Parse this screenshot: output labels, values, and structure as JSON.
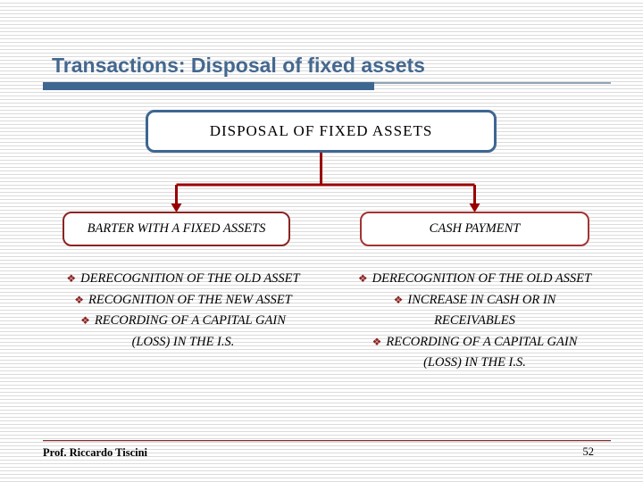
{
  "slide": {
    "title": "Transactions: Disposal of fixed assets",
    "root_box_label": "DISPOSAL OF FIXED ASSETS",
    "bullet_glyph": "❖",
    "branches": {
      "left": {
        "label": "BARTER WITH A FIXED ASSETS",
        "items": [
          [
            "DERECOGNITION OF THE OLD ASSET"
          ],
          [
            "RECOGNITION OF THE NEW ASSET"
          ],
          [
            "RECORDING OF A CAPITAL GAIN",
            "(LOSS) IN THE I.S."
          ]
        ]
      },
      "right": {
        "label": "CASH PAYMENT",
        "items": [
          [
            "DERECOGNITION OF THE OLD ASSET"
          ],
          [
            "INCREASE IN CASH OR IN",
            "RECEIVABLES"
          ],
          [
            "RECORDING OF A CAPITAL GAIN",
            "(LOSS) IN THE I.S."
          ]
        ]
      }
    },
    "footer": {
      "author": "Prof. Riccardo Tiscini",
      "page_number": "52"
    },
    "colors": {
      "title_blue": "#44688F",
      "bar_blue": "#3E6691",
      "connector_red": "#990000",
      "left_box_border": "#8B2323",
      "right_box_border": "#A33333",
      "bullet_red": "#8B2222"
    }
  }
}
